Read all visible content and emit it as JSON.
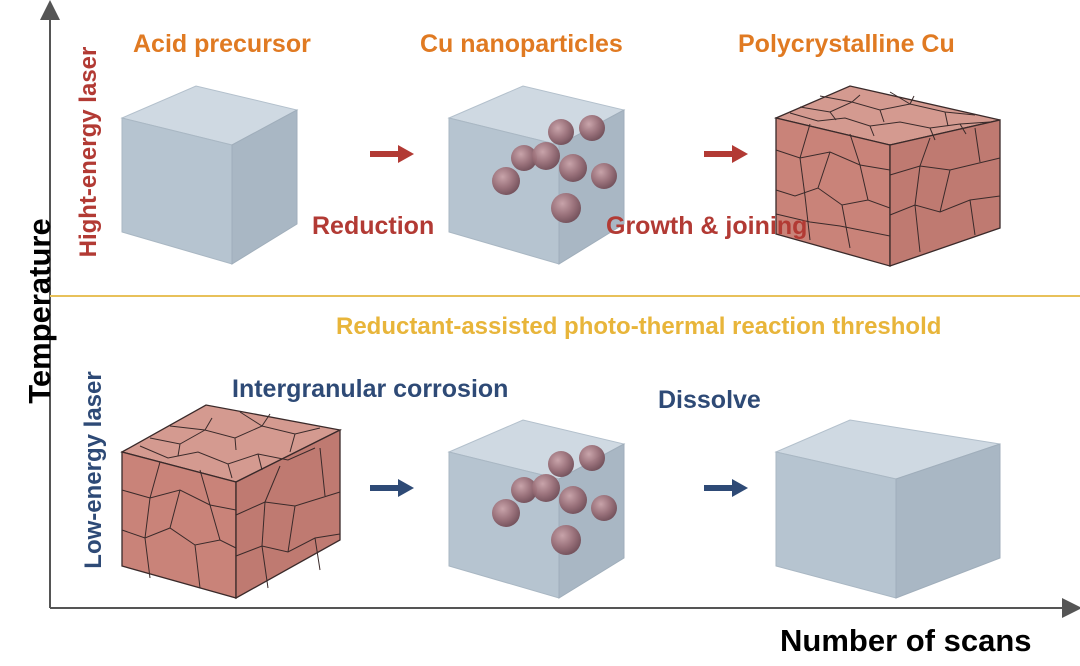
{
  "axes": {
    "y_label": "Temperature",
    "x_label": "Number of scans"
  },
  "top_row": {
    "side_label": "Hight-energy laser",
    "stage1": "Acid precursor",
    "stage2": "Cu nanoparticles",
    "stage3": "Polycrystalline Cu",
    "step1": "Reduction",
    "step2": "Growth & joining"
  },
  "threshold": {
    "label": "Reductant-assisted photo-thermal reaction threshold"
  },
  "bottom_row": {
    "side_label": "Low-energy laser",
    "step1": "Intergranular corrosion",
    "step2": "Dissolve"
  },
  "colors": {
    "stage_title": "#e07a22",
    "high_energy": "#b23a34",
    "low_energy": "#2e4a76",
    "threshold": "#e8b53a",
    "copper": "#c8847a",
    "solution": "#b8c6d2"
  }
}
